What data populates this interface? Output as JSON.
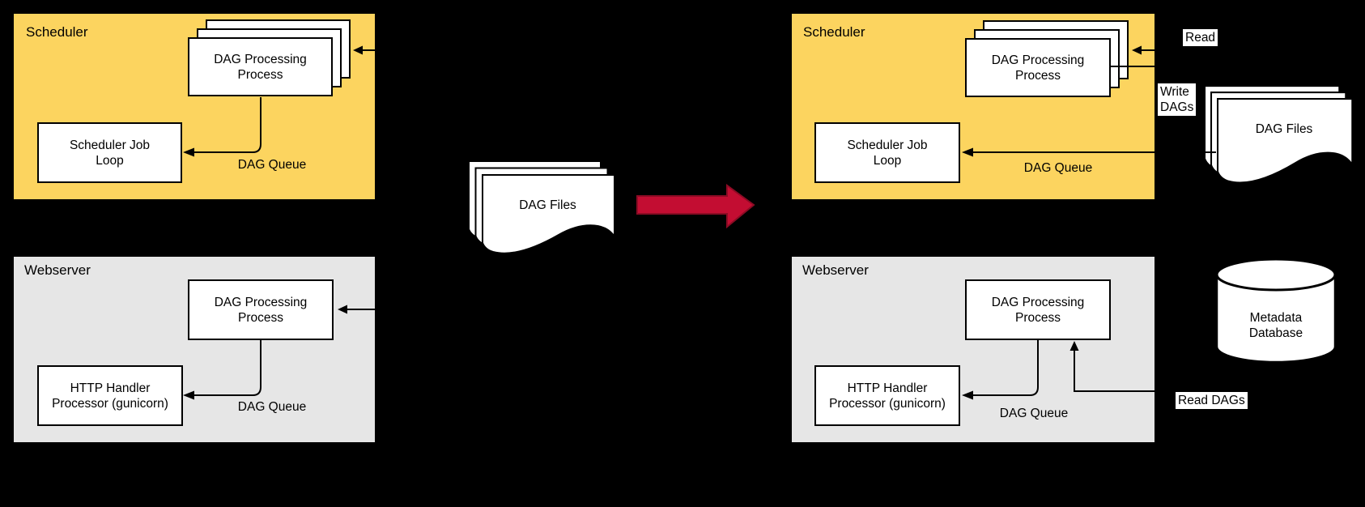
{
  "diagram": {
    "before": {
      "scheduler": {
        "title": "Scheduler",
        "dag_processing_process": "DAG Processing\nProcess",
        "scheduler_job_loop": "Scheduler Job\nLoop",
        "dag_queue_label": "DAG Queue"
      },
      "webserver": {
        "title": "Webserver",
        "dag_processing_process": "DAG Processing\nProcess",
        "http_handler_processor": "HTTP Handler\nProcessor (gunicorn)",
        "dag_queue_label": "DAG Queue"
      },
      "dag_files_label": "DAG Files"
    },
    "after": {
      "scheduler": {
        "title": "Scheduler",
        "dag_processing_process": "DAG Processing\nProcess",
        "scheduler_job_loop": "Scheduler Job\nLoop",
        "dag_queue_label": "DAG Queue"
      },
      "webserver": {
        "title": "Webserver",
        "dag_processing_process": "DAG Processing\nProcess",
        "http_handler_processor": "HTTP Handler\nProcessor (gunicorn)",
        "dag_queue_label": "DAG Queue"
      },
      "dag_files_label": "DAG Files",
      "metadata_database_label": "Metadata\nDatabase",
      "read_label": "Read",
      "write_dags_label": "Write\nDAGs",
      "read_dags_label": "Read DAGs"
    },
    "colors": {
      "scheduler_fill": "#FCD45F",
      "webserver_fill": "#E6E6E6",
      "transition_arrow_fill": "#C30D32",
      "transition_arrow_stroke": "#8C0B24",
      "background": "#000000",
      "line": "#000000"
    }
  }
}
